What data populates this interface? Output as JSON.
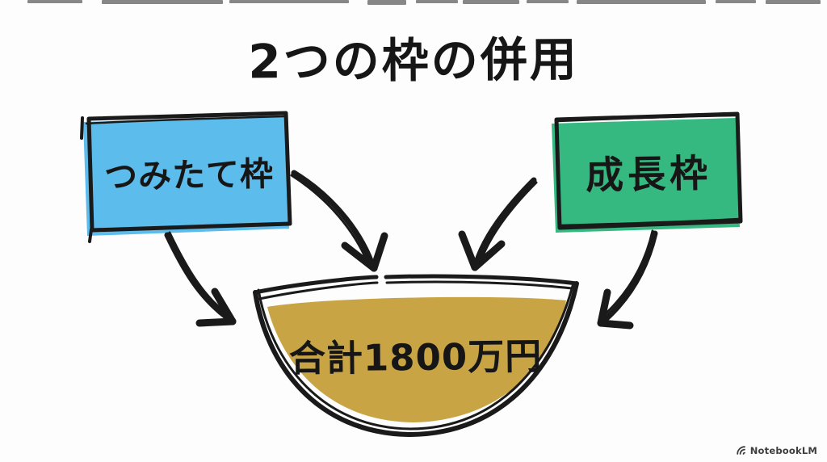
{
  "title": "2つの枠の併用",
  "diagram": {
    "left_box": {
      "label": "つみたて枠"
    },
    "right_box": {
      "label": "成長枠"
    },
    "bowl": {
      "label": "合計1800万円"
    }
  },
  "watermark": {
    "label": "NotebookLM"
  },
  "colors": {
    "ink": "#1a1a1a",
    "blue": "#5cbceb",
    "green": "#35b981",
    "gold": "#c8a445",
    "background": "#fdfdfd"
  }
}
